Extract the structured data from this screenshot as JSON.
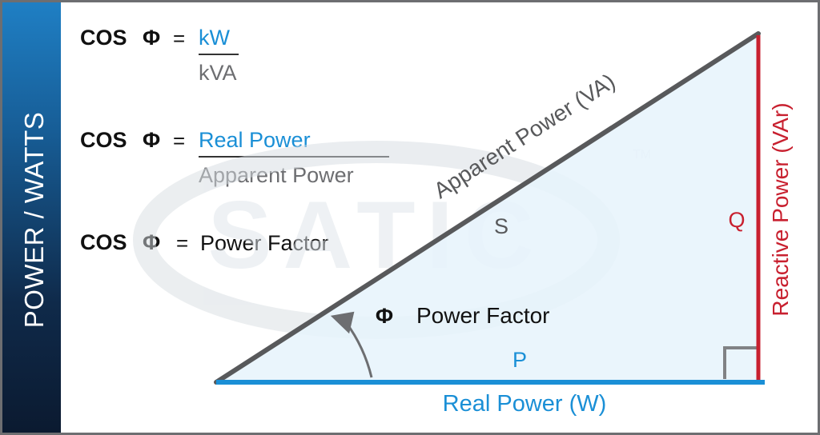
{
  "side_title": "POWER / WATTS",
  "formulas": {
    "cos_label": "COS",
    "phi": "Φ",
    "equals": "=",
    "f1_numerator": "kW",
    "f1_denominator": "kVA",
    "f2_numerator": "Real Power",
    "f2_denominator": "Apparent Power",
    "f3_value": "Power Factor"
  },
  "triangle": {
    "hypotenuse_label": "Apparent Power (VA)",
    "hypotenuse_symbol": "S",
    "vertical_label": "Reactive Power (VAr)",
    "vertical_symbol": "Q",
    "base_label": "Real Power (W)",
    "base_symbol": "P",
    "angle_symbol": "Φ",
    "angle_label": "Power Factor"
  },
  "watermark": {
    "text": "SATIC",
    "trademark": "TM"
  },
  "colors": {
    "blue": "#1a8fd6",
    "red": "#c8202f",
    "gray": "#58595b",
    "fill": "#e6f3fb"
  }
}
